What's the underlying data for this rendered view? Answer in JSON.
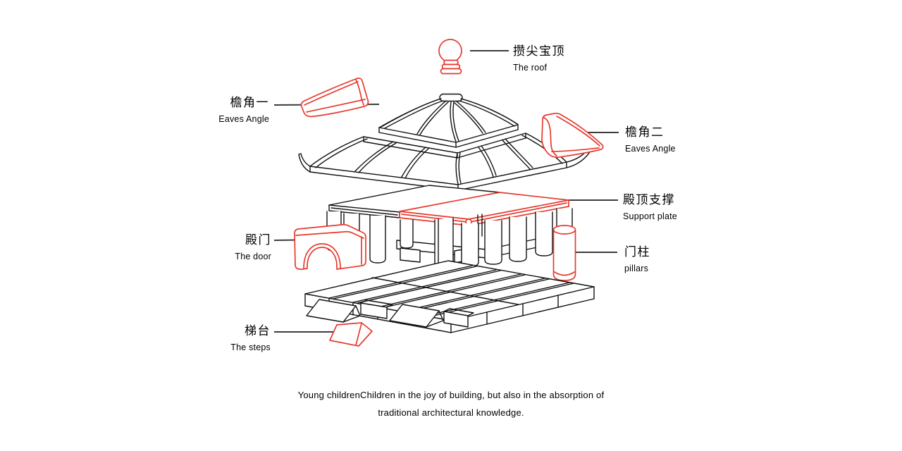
{
  "colors": {
    "background": "#ffffff",
    "line": "#111111",
    "red": "#e63a2e",
    "connector": "#3c3c3c"
  },
  "callouts": {
    "finial": {
      "zh": "攒尖宝顶",
      "en": "The roof"
    },
    "eaves_left": {
      "zh": "檐角一",
      "en": "Eaves Angle"
    },
    "eaves_right": {
      "zh": "檐角二",
      "en": "Eaves Angle"
    },
    "support_plate": {
      "zh": "殿顶支撑",
      "en": "Support plate"
    },
    "door": {
      "zh": "殿门",
      "en": "The door"
    },
    "pillar": {
      "zh": "门柱",
      "en": "pillars"
    },
    "steps": {
      "zh": "梯台",
      "en": "The steps"
    }
  },
  "caption": {
    "line1": "Young childrenChildren in the joy of building, but also in the absorption of",
    "line2": "traditional architectural knowledge."
  }
}
